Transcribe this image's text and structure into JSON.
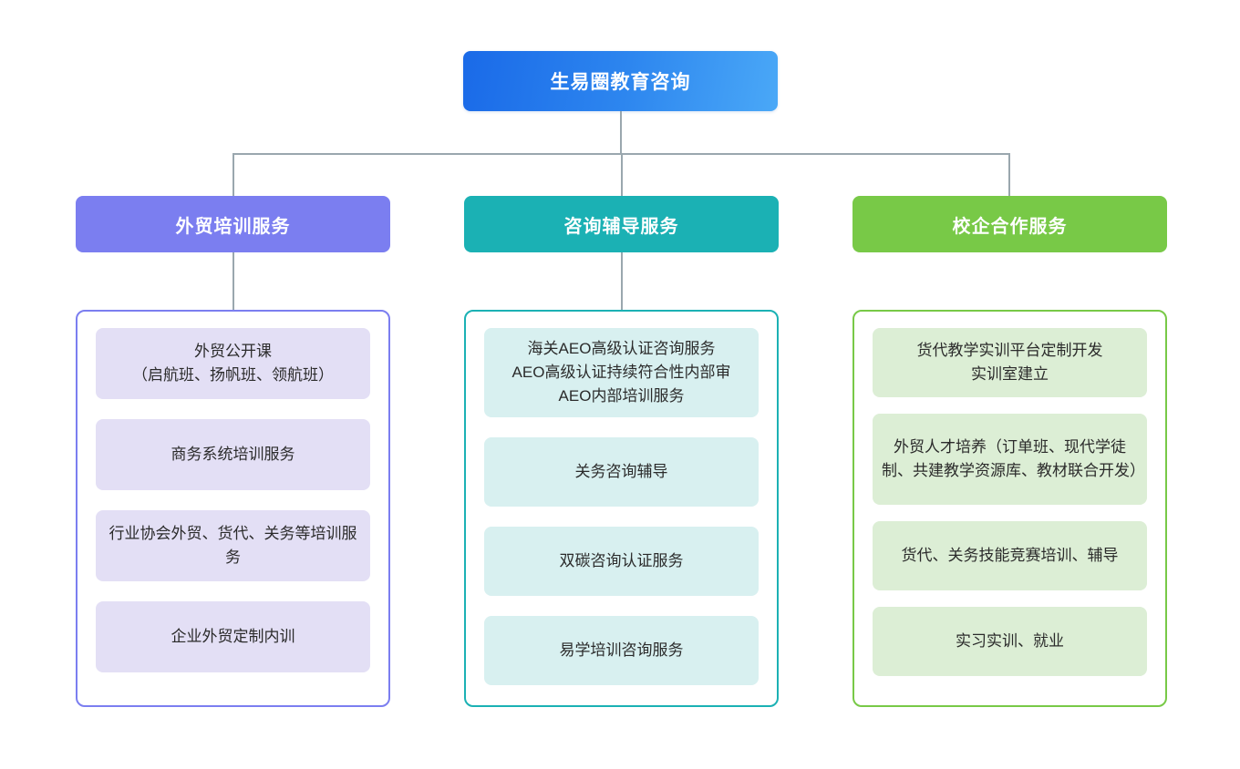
{
  "diagram": {
    "type": "organization-chart",
    "root": {
      "label": "生易圈教育咨询",
      "color_start": "#1a6ae8",
      "color_end": "#4aa8f7"
    },
    "connector_color": "#9aa7ae",
    "columns": [
      {
        "header": "外贸培训服务",
        "accent": "#7b7ef0",
        "item_fill": "#e3dff5",
        "items": [
          "外贸公开课\n（启航班、扬帆班、领航班）",
          "商务系统培训服务",
          "行业协会外贸、货代、关务等培训服务",
          "企业外贸定制内训"
        ]
      },
      {
        "header": "咨询辅导服务",
        "accent": "#1bb1b4",
        "item_fill": "#d8f0f0",
        "items": [
          "海关AEO高级认证咨询服务\nAEO高级认证持续符合性内部审\nAEO内部培训服务",
          "关务咨询辅导",
          "双碳咨询认证服务",
          "易学培训咨询服务"
        ]
      },
      {
        "header": "校企合作服务",
        "accent": "#78c947",
        "item_fill": "#dceed5",
        "items": [
          "货代教学实训平台定制开发\n实训室建立",
          "外贸人才培养（订单班、现代学徒制、共建教学资源库、教材联合开发）",
          "货代、关务技能竞赛培训、辅导",
          "实习实训、就业"
        ]
      }
    ]
  }
}
